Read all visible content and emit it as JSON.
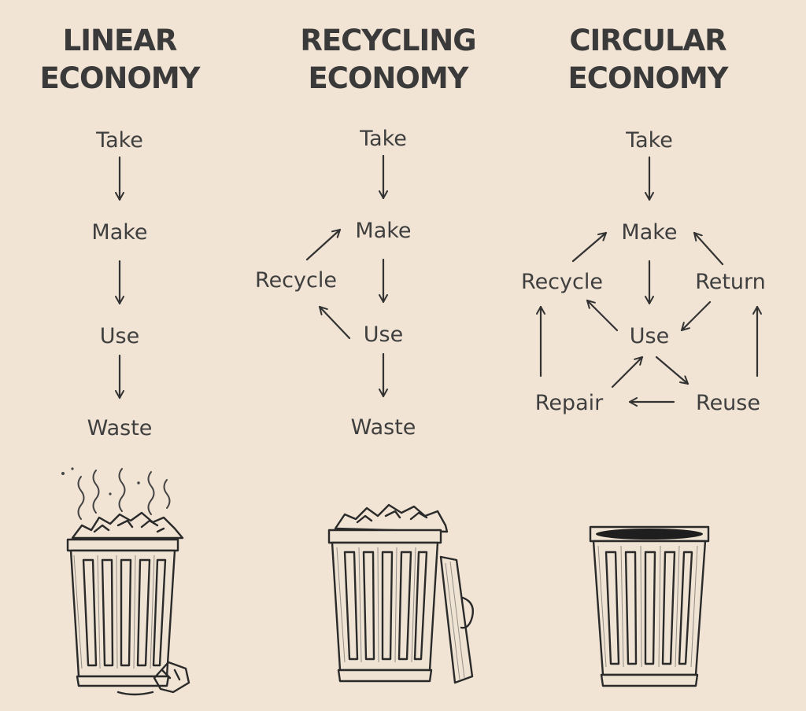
{
  "columns": [
    {
      "id": "linear",
      "title_line1": "LINEAR",
      "title_line2": "ECONOMY",
      "nodes": {
        "take": "Take",
        "make": "Make",
        "use": "Use",
        "waste": "Waste"
      },
      "can_state": "overflowing-with-fumes"
    },
    {
      "id": "recycling",
      "title_line1": "RECYCLING",
      "title_line2": "ECONOMY",
      "nodes": {
        "take": "Take",
        "make": "Make",
        "recycle": "Recycle",
        "use": "Use",
        "waste": "Waste"
      },
      "can_state": "full-with-open-lid"
    },
    {
      "id": "circular",
      "title_line1": "CIRCULAR",
      "title_line2": "ECONOMY",
      "nodes": {
        "take": "Take",
        "make": "Make",
        "recycle": "Recycle",
        "return": "Return",
        "use": "Use",
        "repair": "Repair",
        "reuse": "Reuse"
      },
      "can_state": "empty"
    }
  ],
  "colors": {
    "background": "#f1e4d4",
    "title": "#3a3a3a",
    "text": "#3f3f3f",
    "ink": "#2a2a2a"
  }
}
